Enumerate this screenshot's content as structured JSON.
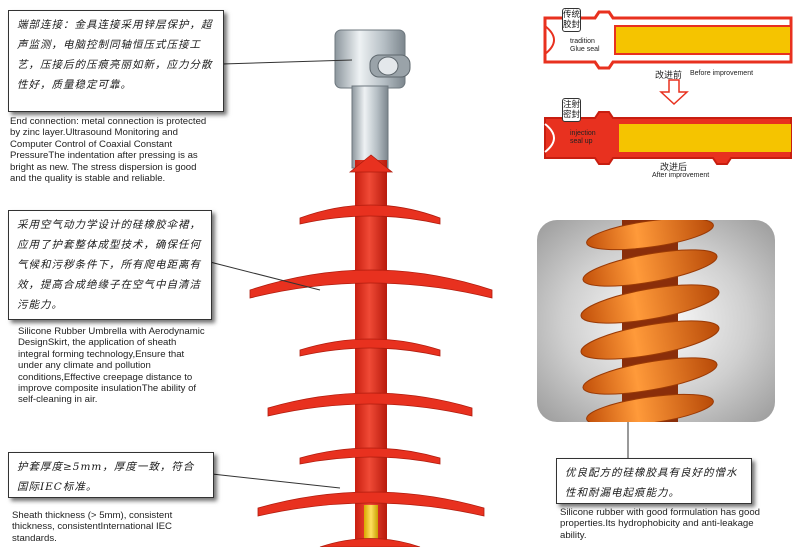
{
  "left": {
    "end_connection": {
      "cn": "端部连接：金具连接采用锌层保护，超声监测，电脑控制同轴恒压式压接工艺，压接后的压痕亮丽如新，应力分散性好，质量稳定可靠。",
      "en": "End connection: metal connection is protected by zinc layer.Ultrasound Monitoring and Computer Control of Coaxial Constant PressureThe indentation after pressing is as bright as new. The stress dispersion is good and the quality is stable and reliable."
    },
    "umbrella": {
      "cn": "采用空气动力学设计的硅橡胶伞裙，应用了护套整体成型技术，确保任何气候和污秽条件下，所有爬电距离有效，提高合成绝缘子在空气中自清洁污能力。",
      "en": "Silicone Rubber Umbrella with Aerodynamic DesignSkirt, the application of sheath integral forming technology,Ensure that under any climate and pollution conditions,Effective creepage distance to improve composite insulationThe ability of self-cleaning in air."
    },
    "sheath": {
      "cn": "护套厚度≥5mm，厚度一致，符合国际IEC标准。",
      "en": "Sheath thickness (> 5mm), consistent thickness, consistentInternational IEC standards."
    }
  },
  "right": {
    "before": {
      "badge": "传统胶封",
      "label_en": "tradition Glue seal",
      "caption_cn": "改进前",
      "caption_en": "Before improvement"
    },
    "after": {
      "badge": "注射密封",
      "label_en": "injection seal up",
      "caption_cn": "改进后",
      "caption_en": "After improvement"
    },
    "formulation": {
      "cn": "优良配方的硅橡胶具有良好的憎水性和耐漏电起痕能力。",
      "en": "Silicone rubber with good formulation has good properties.Its hydrophobicity and anti-leakage ability."
    }
  },
  "colors": {
    "red": "#e8311f",
    "yellow": "#f5c400",
    "metal": "#c9d2d8",
    "orange": "#f07a1a"
  }
}
